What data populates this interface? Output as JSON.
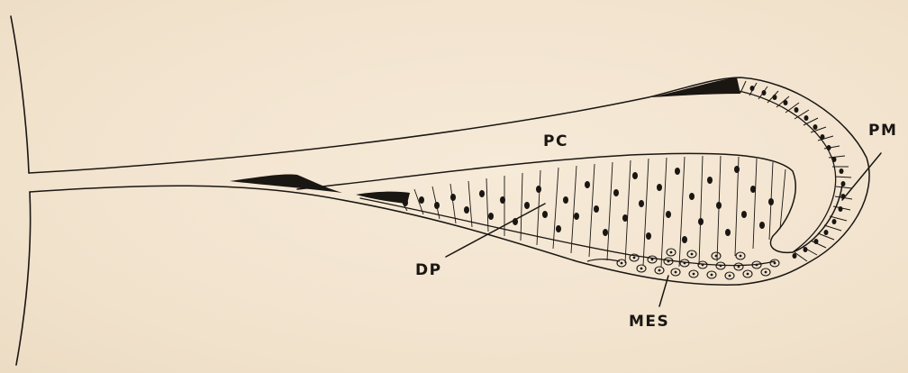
{
  "diagram": {
    "labels": {
      "pc": "PC",
      "pm": "PM",
      "dp": "DP",
      "mes": "MES"
    },
    "colors": {
      "ink": "#1a1612",
      "paper": "#f4e6d2"
    }
  }
}
